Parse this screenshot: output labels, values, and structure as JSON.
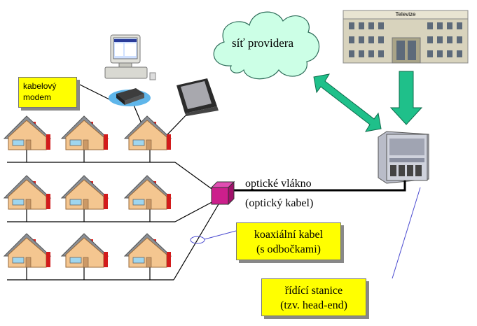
{
  "labels": {
    "modem_line1": "kabelový",
    "modem_line2": "modem",
    "cloud": "síť providera",
    "tv_station": "Televize",
    "fiber_line1": "optické vlákno",
    "fiber_line2": "(optický kabel)",
    "coax_line1": "koaxiální kabel",
    "coax_line2": "(s odbočkami)",
    "headend_line1": "řídící stanice",
    "headend_line2": "(tzv. head-end)"
  },
  "colors": {
    "note_fill": "#ffff00",
    "cloud_fill": "#ccffe6",
    "arrow_fill": "#1fc08a",
    "house_wall": "#f4c690",
    "house_roof": "#8a8f96",
    "chimney": "#e0201e",
    "node_fill": "#cc1f8c",
    "cable": "#000000",
    "leader": "#4a4ad0"
  },
  "icons": {
    "houses": "house-icon",
    "computer": "computer-icon",
    "modem": "cable-modem-icon",
    "tv": "television-icon",
    "cloud": "cloud-icon",
    "station": "tv-station-building-icon",
    "headend": "headend-rack-icon",
    "node": "optical-node-icon"
  }
}
